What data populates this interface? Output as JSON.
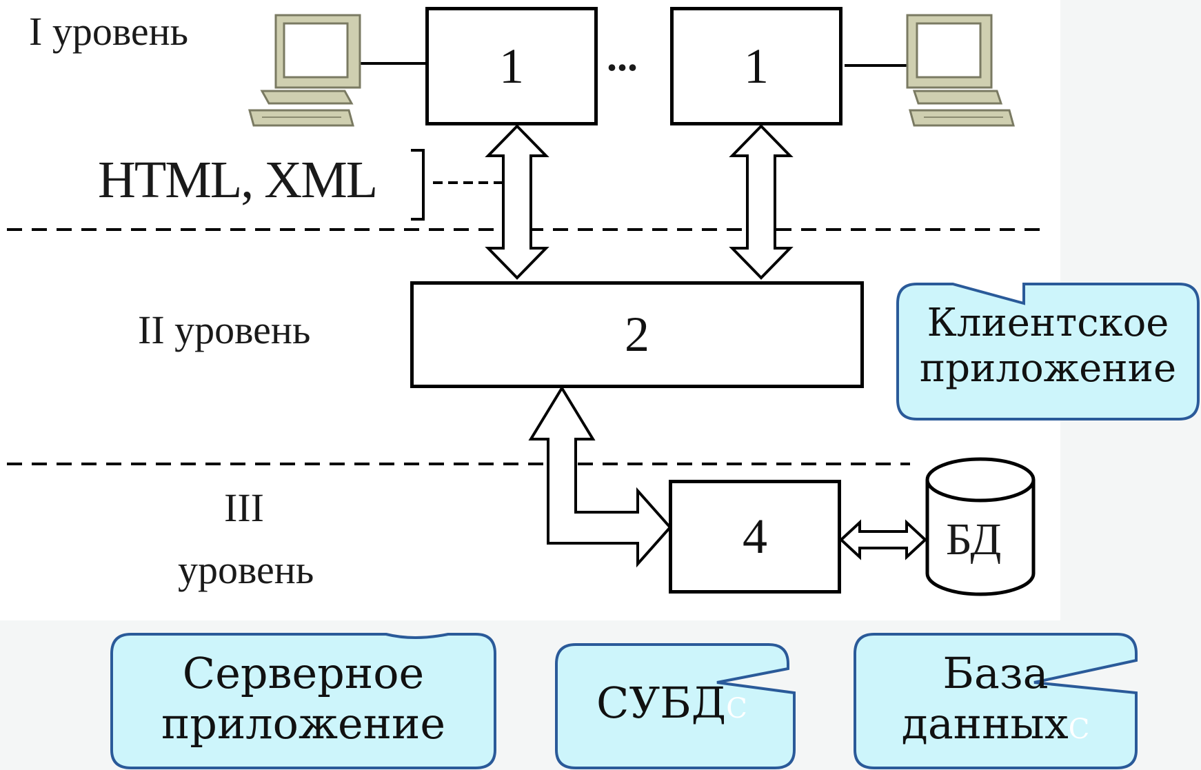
{
  "levels": {
    "level1": "I уровень",
    "level2": "II уровень",
    "level3_line1": "III",
    "level3_line2": "уровень"
  },
  "protocol_label": "HTML, XML",
  "ellipsis": "...",
  "blocks": {
    "client_a": "1",
    "client_b": "1",
    "server": "2",
    "dbms": "4",
    "database": "БД"
  },
  "callouts": {
    "client_app": [
      "Клиентское",
      "приложение"
    ],
    "server_app": [
      "Серверное",
      "приложение"
    ],
    "dbms": {
      "text": "СУБД",
      "trailing": "С"
    },
    "database": {
      "line1": "База",
      "line2": "данных",
      "trailing": "С"
    }
  },
  "colors": {
    "callout_fill": "#cdf5fb",
    "callout_border": "#2a5a99",
    "monitor_body": "#cfcfb0",
    "monitor_screen": "#ffffff"
  }
}
